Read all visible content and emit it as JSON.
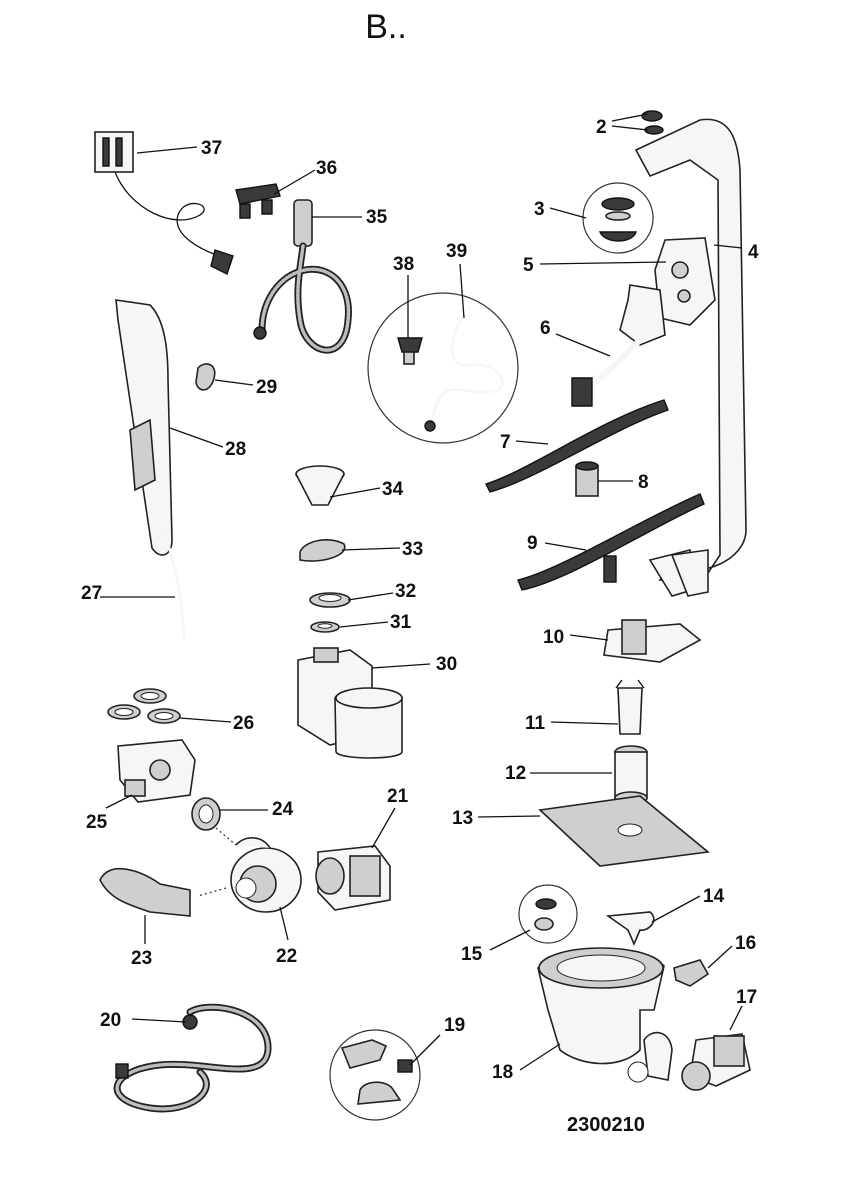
{
  "title": "B..",
  "drawing_code": "2300210",
  "part_labels": [
    "2",
    "3",
    "4",
    "5",
    "6",
    "7",
    "8",
    "9",
    "10",
    "11",
    "12",
    "13",
    "14",
    "15",
    "16",
    "17",
    "18",
    "19",
    "20",
    "21",
    "22",
    "23",
    "24",
    "25",
    "26",
    "27",
    "28",
    "29",
    "30",
    "31",
    "32",
    "33",
    "34",
    "35",
    "36",
    "37",
    "38",
    "39"
  ]
}
